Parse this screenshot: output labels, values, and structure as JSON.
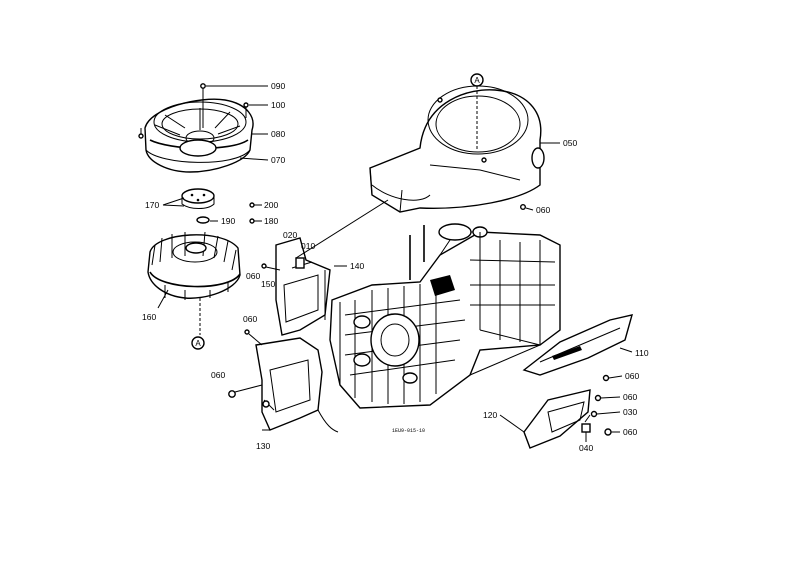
{
  "labels": {
    "l090a": "090",
    "l100": "100",
    "l080": "080",
    "l070": "070",
    "l050": "050",
    "l060a": "060",
    "l170": "170",
    "l200": "200",
    "l190": "190",
    "l180": "180",
    "l020": "020",
    "l010": "010",
    "l140": "140",
    "l060b": "060",
    "l150": "150",
    "l160": "160",
    "l060c": "060",
    "l060d": "060",
    "l130": "130",
    "l110": "110",
    "l060e": "060",
    "l060f": "060",
    "l030": "030",
    "l120": "120",
    "l060g": "060",
    "l040": "040"
  },
  "callouts": {
    "a_top": "A",
    "a_bottom": "A"
  },
  "drawing_code": "1EU9-015-10"
}
